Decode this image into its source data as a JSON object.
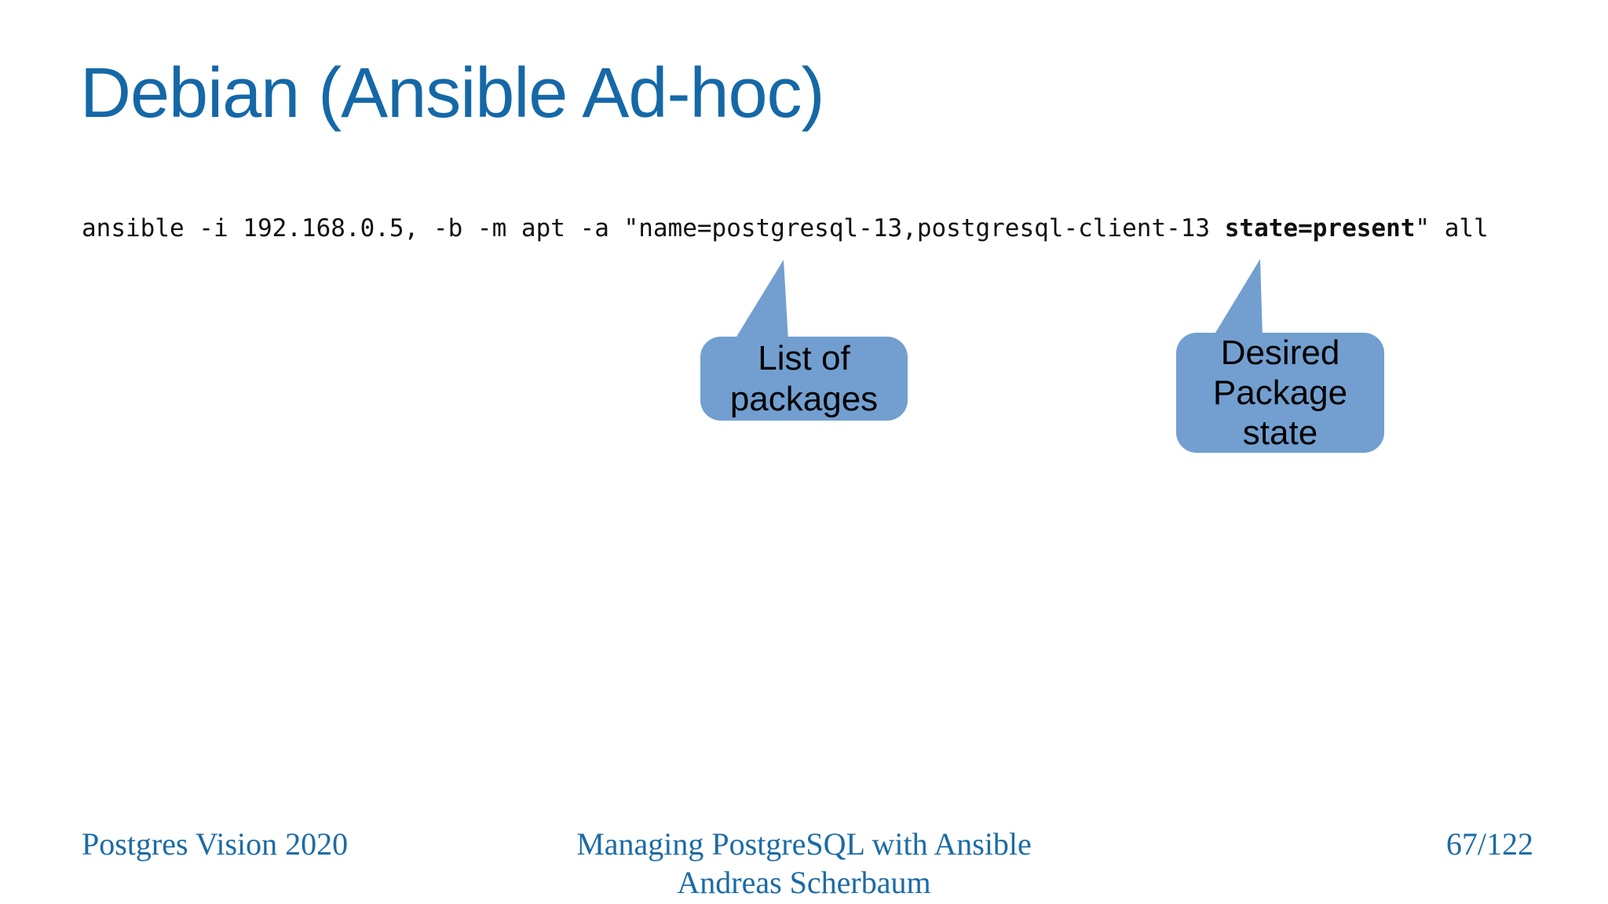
{
  "slide": {
    "title": "Debian (Ansible Ad-hoc)",
    "code": {
      "prefix": "ansible -i 192.168.0.5, -b -m apt -a \"name=postgresql-13,postgresql-client-13 ",
      "bold": "state=present",
      "suffix": "\" all"
    },
    "callouts": [
      {
        "text": "List of packages",
        "lines": [
          "List of",
          "packages"
        ]
      },
      {
        "text": "Desired Package state",
        "lines": [
          "Desired",
          "Package",
          "state"
        ]
      }
    ],
    "footer": {
      "left": "Postgres Vision 2020",
      "center_line1": "Managing PostgreSQL with Ansible",
      "center_line2": "Andreas Scherbaum",
      "page": "67/122"
    },
    "colors": {
      "title_blue": "#1568a7",
      "footer_blue": "#1b6ba6",
      "callout_fill": "#729fcf",
      "code_black": "#111111",
      "background": "#ffffff"
    }
  }
}
